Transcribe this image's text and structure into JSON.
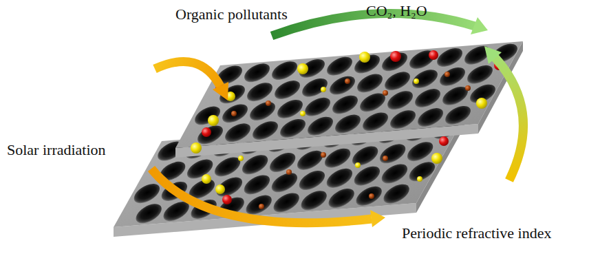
{
  "diagram": {
    "labels": [
      "Organic pollutants",
      "CO₂, H₂O",
      "Solar irradiation",
      "Periodic refractive index"
    ]
  }
}
